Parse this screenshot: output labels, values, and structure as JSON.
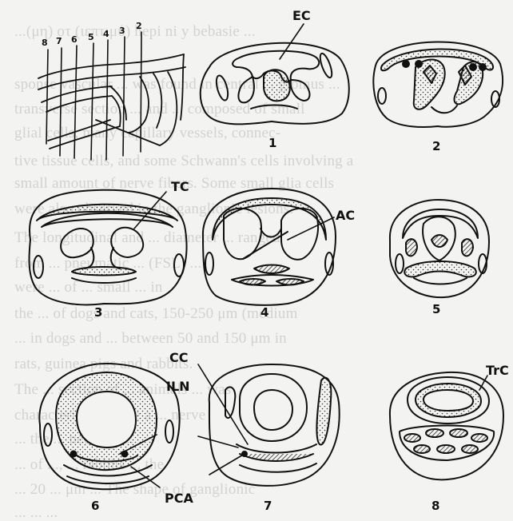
{
  "bleed_through_lines": [
    "...(μη) οτ (ιεπτιμύ) hepi ni y bebasie ...",
    "sponse vascular ... was found in central ... glomus ...",
    "transverse section ... and ... composed of small",
    "glial cells, many capillary vessels, connec-",
    "tive tissue cells, and some Schwann's cells involving a",
    "small amount of nerve fibers. Some small glia cells",
    "were also observed in the ganglionic lesions.",
    "The longitudinal and ... diameter ... ranged",
    "from ... pneumatic ... (FSL) ... ",
    "were ... of ... small ... in",
    "the ... of dogs and cats, 150-250 μm (medium",
    "... in dogs and ... between 50 and 150 μm in",
    "rats, guinea pigs and rabbits.",
    "The ... section of ... animals ... was",
    "characterized ... like a ... nerve",
    "... the ... neurons ...",
    "... of ..., ... rabbits ... the",
    "... 20 ... μm ... The shape of ganglionic",
    "... ... ..."
  ],
  "labels": {
    "ec": "EC",
    "tc": "TC",
    "ac": "AC",
    "cc": "CC",
    "iln": "ILN",
    "pca": "PCA",
    "trc": "TrC"
  },
  "level_numbers": [
    "8",
    "7",
    "6",
    "5",
    "4",
    "3",
    "2"
  ],
  "section_numbers": [
    "1",
    "2",
    "3",
    "4",
    "5",
    "6",
    "7",
    "8"
  ]
}
